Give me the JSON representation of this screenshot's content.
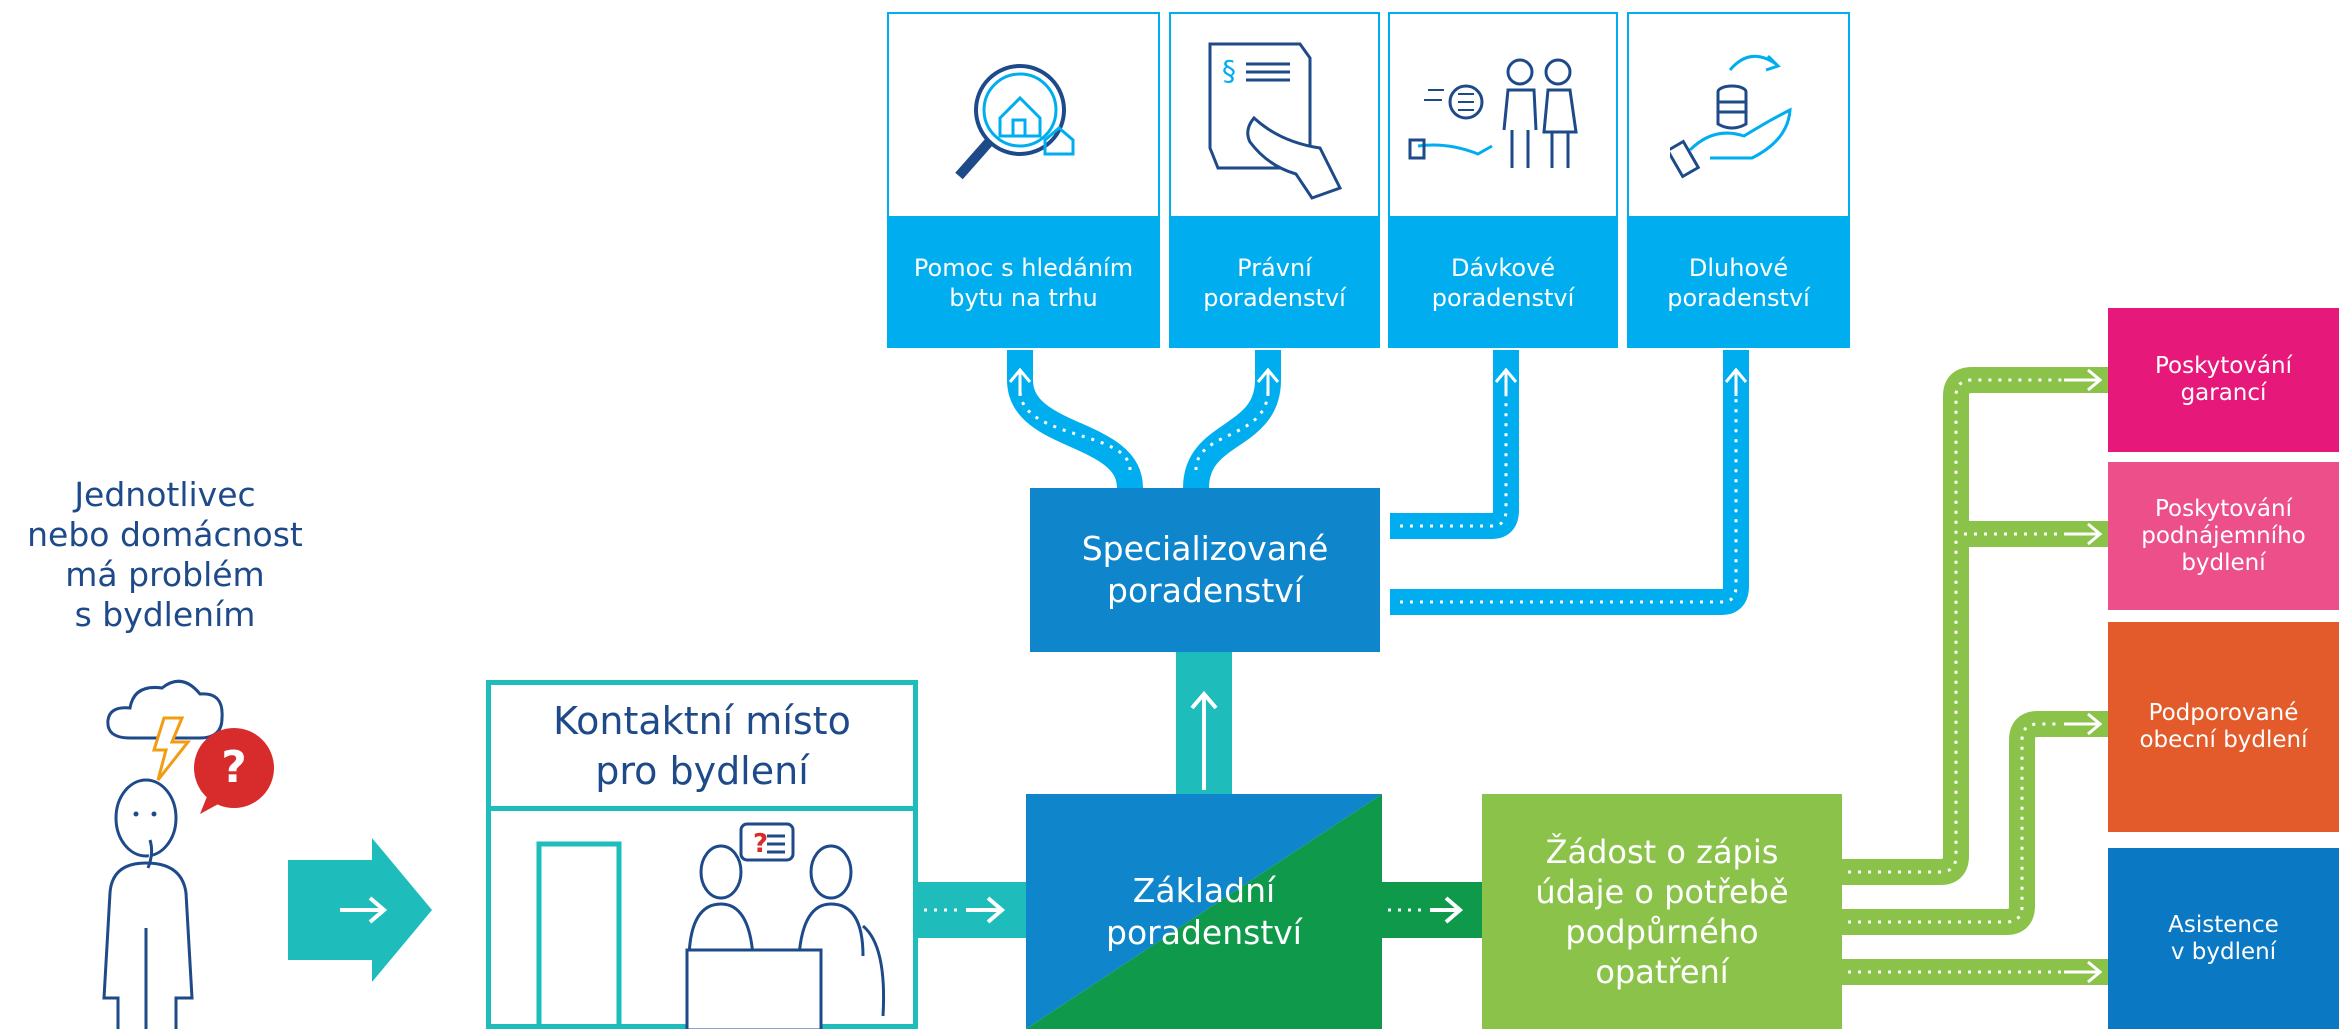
{
  "person_text": "Jednotlivec\nnebo domácnost\nmá problém\ns bydlením",
  "contact_point": {
    "title": "Kontaktní místo\npro bydlení"
  },
  "basic_advice": {
    "label": "Základní\nporadenství"
  },
  "specialized_advice": {
    "label": "Specializované\nporadenství"
  },
  "request": {
    "label": "Žádost o zápis\núdaje o potřebě\npodpůrného\nopatření"
  },
  "services": [
    {
      "label": "Pomoc s hledáním\nbytu na trhu",
      "icon": "house-magnifier-icon"
    },
    {
      "label": "Právní\nporadenství",
      "icon": "legal-document-icon"
    },
    {
      "label": "Dávkové\nporadenství",
      "icon": "benefits-family-icon"
    },
    {
      "label": "Dluhové\nporadenství",
      "icon": "debt-coins-icon"
    }
  ],
  "outcomes": [
    {
      "label": "Poskytování\ngarancí",
      "color": "#e6197b"
    },
    {
      "label": "Poskytování\npodnájemního\nbydlení",
      "color": "#ec4f89"
    },
    {
      "label": "Podporované\nobecní bydlení",
      "color": "#e35a2b"
    },
    {
      "label": "Asistence\nv bydlení",
      "color": "#0a78c2"
    }
  ],
  "colors": {
    "teal": "#1fbcbc",
    "light_blue": "#00aeef",
    "mid_blue": "#0f85cb",
    "green_dark": "#0f9a4b",
    "green_light": "#8bc34a"
  }
}
